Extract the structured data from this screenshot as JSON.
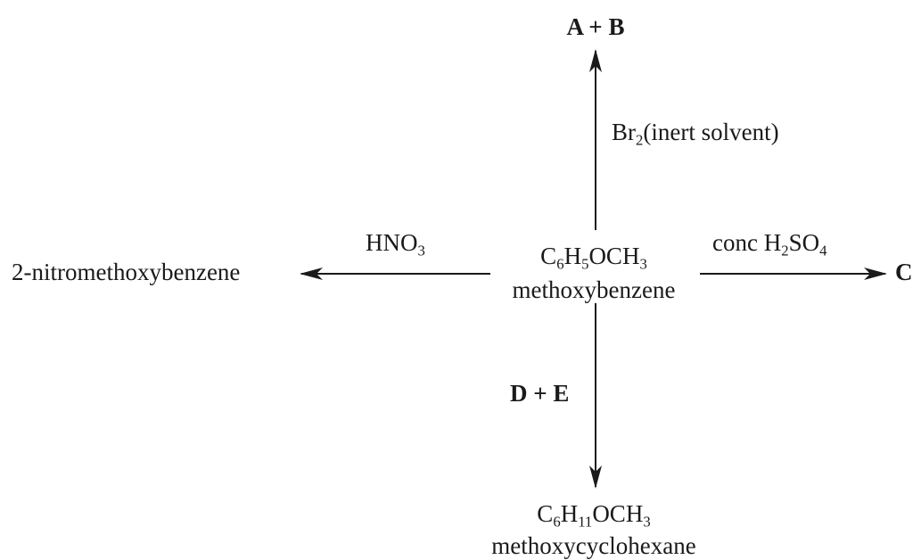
{
  "center": {
    "formula": {
      "main": "C",
      "sub1": "6",
      "mid": "H",
      "sub2": "5",
      "tail": "OCH",
      "sub3": "3"
    },
    "name": "methoxybenzene"
  },
  "up": {
    "product": "A + B",
    "reagent": {
      "pre": "Br",
      "sub": "2",
      "post": "(inert solvent)"
    }
  },
  "left": {
    "product": "2-nitromethoxybenzene",
    "reagent": {
      "pre": "HNO",
      "sub": "3"
    }
  },
  "right": {
    "product": "C",
    "reagent": {
      "pre": "conc H",
      "sub1": "2",
      "mid": "SO",
      "sub2": "4"
    }
  },
  "down": {
    "reagent": "D + E",
    "product": {
      "formula": {
        "main": "C",
        "sub1": "6",
        "mid": "H",
        "sub2": "11",
        "tail": "OCH",
        "sub3": "3"
      },
      "name": "methoxycyclohexane"
    }
  },
  "colors": {
    "ink": "#1a1a1a",
    "background": "#ffffff"
  }
}
